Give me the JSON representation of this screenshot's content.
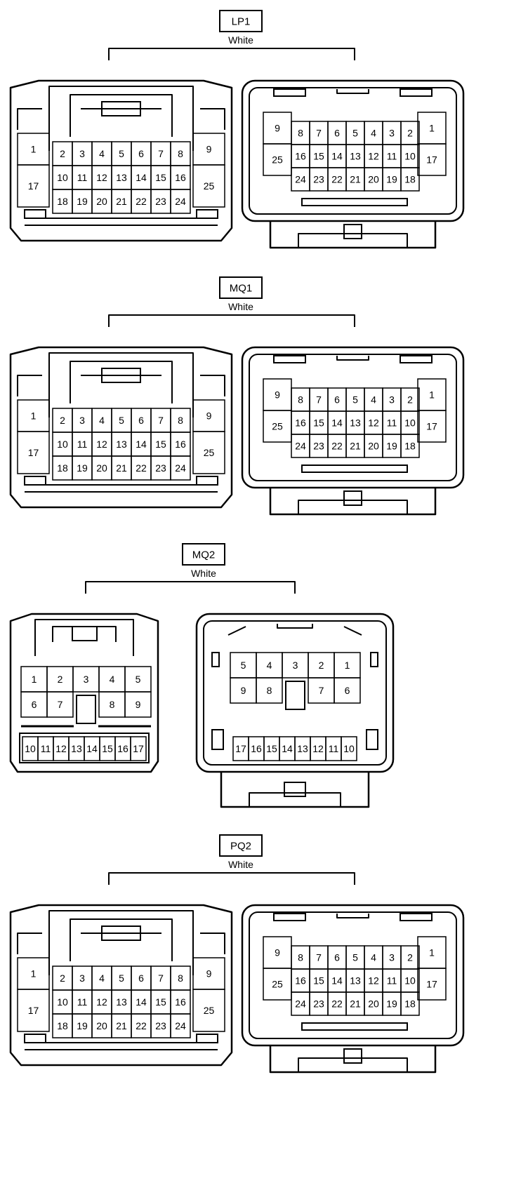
{
  "colors": {
    "stroke": "#000000",
    "background": "#ffffff"
  },
  "connectors": [
    {
      "id": "LP1",
      "label": "LP1",
      "color_text": "White",
      "style": "25pin"
    },
    {
      "id": "MQ1",
      "label": "MQ1",
      "color_text": "White",
      "style": "25pin"
    },
    {
      "id": "MQ2",
      "label": "MQ2",
      "color_text": "White",
      "style": "17pin"
    },
    {
      "id": "PQ2",
      "label": "PQ2",
      "color_text": "White",
      "style": "25pin"
    }
  ],
  "pinouts": {
    "25pin": {
      "left_outer_left": [
        "1",
        "17"
      ],
      "left_grid": [
        [
          "2",
          "3",
          "4",
          "5",
          "6",
          "7",
          "8"
        ],
        [
          "10",
          "11",
          "12",
          "13",
          "14",
          "15",
          "16"
        ],
        [
          "18",
          "19",
          "20",
          "21",
          "22",
          "23",
          "24"
        ]
      ],
      "left_outer_right": [
        "9",
        "25"
      ],
      "right_outer_left": [
        "9",
        "25"
      ],
      "right_grid": [
        [
          "8",
          "7",
          "6",
          "5",
          "4",
          "3",
          "2"
        ],
        [
          "16",
          "15",
          "14",
          "13",
          "12",
          "11",
          "10"
        ],
        [
          "24",
          "23",
          "22",
          "21",
          "20",
          "19",
          "18"
        ]
      ],
      "right_outer_right": [
        "1",
        "17"
      ]
    },
    "17pin": {
      "left_upper": [
        [
          "1",
          "2",
          "3",
          "4",
          "5"
        ],
        [
          "6",
          "7",
          "",
          "8",
          "9"
        ]
      ],
      "left_lower": [
        "10",
        "11",
        "12",
        "13",
        "14",
        "15",
        "16",
        "17"
      ],
      "right_upper": [
        [
          "5",
          "4",
          "3",
          "2",
          "1"
        ],
        [
          "9",
          "8",
          "",
          "7",
          "6"
        ]
      ],
      "right_lower": [
        "17",
        "16",
        "15",
        "14",
        "13",
        "12",
        "11",
        "10"
      ]
    }
  }
}
